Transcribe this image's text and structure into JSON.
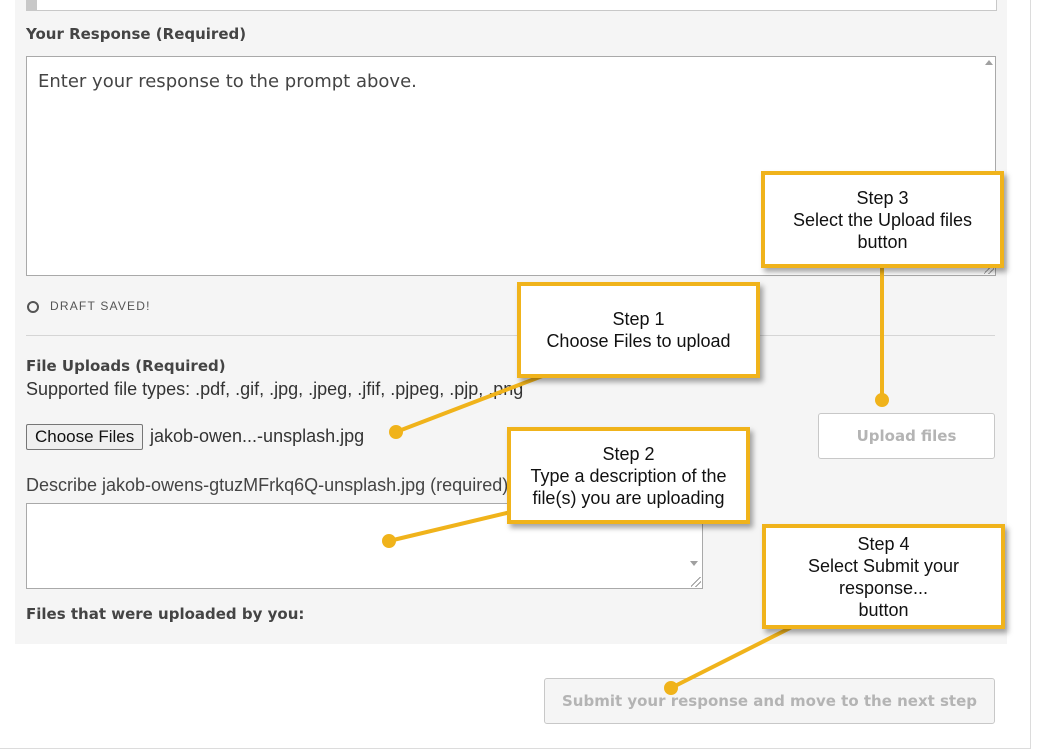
{
  "response": {
    "label": "Your Response (Required)",
    "placeholder": "Enter your response to the prompt above."
  },
  "draft_status": "DRAFT SAVED!",
  "file_uploads": {
    "label": "File Uploads (Required)",
    "supported_types": "Supported file types: .pdf, .gif, .jpg, .jpeg, .jfif, .pjpeg, .pjp, .png",
    "choose_button": "Choose Files",
    "chosen_file": "jakob-owen...-unsplash.jpg",
    "upload_button": "Upload files",
    "describe_label": "Describe jakob-owens-gtuzMFrkq6Q-unsplash.jpg (required):",
    "uploaded_by_you_label": "Files that were uploaded by you:"
  },
  "submit_button": "Submit your response and move to the next step",
  "callouts": {
    "step1": {
      "title": "Step 1",
      "text": "Choose Files to upload"
    },
    "step2": {
      "title": "Step 2",
      "text_line1": "Type a description of the",
      "text_line2": "file(s) you are uploading"
    },
    "step3": {
      "title": "Step 3",
      "text_line1": "Select the Upload files",
      "text_line2": "button"
    },
    "step4": {
      "title": "Step 4",
      "text_line1": "Select Submit your",
      "text_line2": "response...",
      "text_line3": "button"
    }
  },
  "colors": {
    "callout_border": "#f0b31b",
    "panel_bg": "#f5f5f5",
    "disabled_text": "#b4b4b4"
  }
}
